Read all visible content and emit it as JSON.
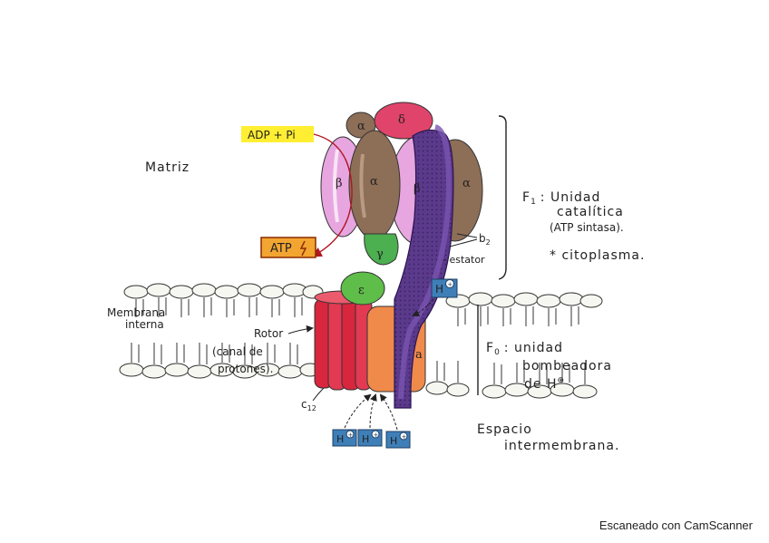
{
  "labels": {
    "matrix": "Matriz",
    "inner_membrane_1": "Membrana",
    "inner_membrane_2": "interna",
    "rotor": "Rotor",
    "proton_channel_1": "(canal de",
    "proton_channel_2": "protones).",
    "c12": "c",
    "c12_sub": "12",
    "stator": "- estator",
    "b2": "b",
    "b2_sub": "2",
    "f1_1": "F",
    "f1_sub": "1",
    "f1_2": ": Unidad",
    "f1_3": "catalítica",
    "f1_4": "(ATP sintasa).",
    "f1_5": "* citoplasma.",
    "f0_1": "F",
    "f0_sub": "0",
    "f0_2": ": unidad",
    "f0_3": "bombeadora",
    "f0_4": "de H",
    "intermembrane_1": "Espacio",
    "intermembrane_2": "intermembrana."
  },
  "tags": {
    "adp": "ADP + Pi",
    "atp": "ATP",
    "proton": "H"
  },
  "subunits": {
    "alpha": "α",
    "beta": "β",
    "delta": "δ",
    "gamma": "γ",
    "epsilon": "ε",
    "a": "a"
  },
  "colors": {
    "beta": "#e7a6df",
    "alpha": "#8d6e57",
    "delta": "#e0446a",
    "gamma": "#4caf50",
    "epsilon": "#5fbd4a",
    "stator": "#5b3a8c",
    "rotor_c": "#d7263d",
    "a_subunit": "#f08a4b",
    "adp_highlight": "#ffee32",
    "atp_box": "#f2a531",
    "proton_box": "#3f7fb8"
  },
  "footer": {
    "scanner": "Escaneado con CamScanner"
  }
}
